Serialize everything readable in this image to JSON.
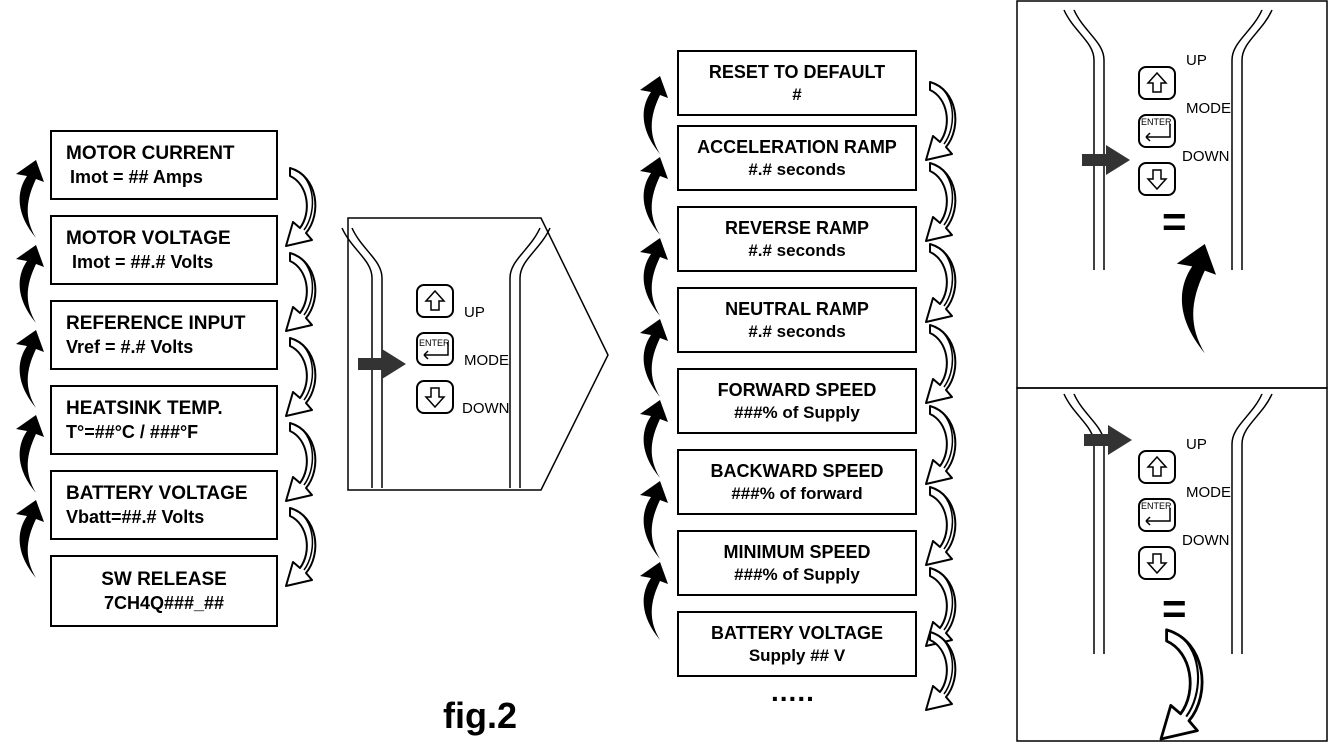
{
  "caption": "fig.2",
  "ellipsis": ".....",
  "equals": "=",
  "keypad": {
    "up": "UP",
    "mode": "MODE",
    "down": "DOWN",
    "enter": "ENTER"
  },
  "left_menu": [
    {
      "line1": "MOTOR CURRENT",
      "line2": "Imot = ## Amps"
    },
    {
      "line1": "MOTOR VOLTAGE",
      "line2": "Imot = ##.# Volts"
    },
    {
      "line1": "REFERENCE INPUT",
      "line2": "Vref = #.# Volts"
    },
    {
      "line1": "HEATSINK TEMP.",
      "line2": "T°=##°C / ###°F"
    },
    {
      "line1": "BATTERY VOLTAGE",
      "line2": "Vbatt=##.# Volts"
    },
    {
      "line1": "SW RELEASE",
      "line2": "7CH4Q###_##"
    }
  ],
  "right_menu": [
    {
      "line1": "RESET TO DEFAULT",
      "line2": "#"
    },
    {
      "line1": "ACCELERATION RAMP",
      "line2": "#.# seconds"
    },
    {
      "line1": "REVERSE RAMP",
      "line2": "#.# seconds"
    },
    {
      "line1": "NEUTRAL RAMP",
      "line2": "#.# seconds"
    },
    {
      "line1": "FORWARD SPEED",
      "line2": "###% of Supply"
    },
    {
      "line1": "BACKWARD SPEED",
      "line2": "###% of forward"
    },
    {
      "line1": "MINIMUM SPEED",
      "line2": "###% of Supply"
    },
    {
      "line1": "BATTERY VOLTAGE",
      "line2": "Supply ## V"
    }
  ]
}
